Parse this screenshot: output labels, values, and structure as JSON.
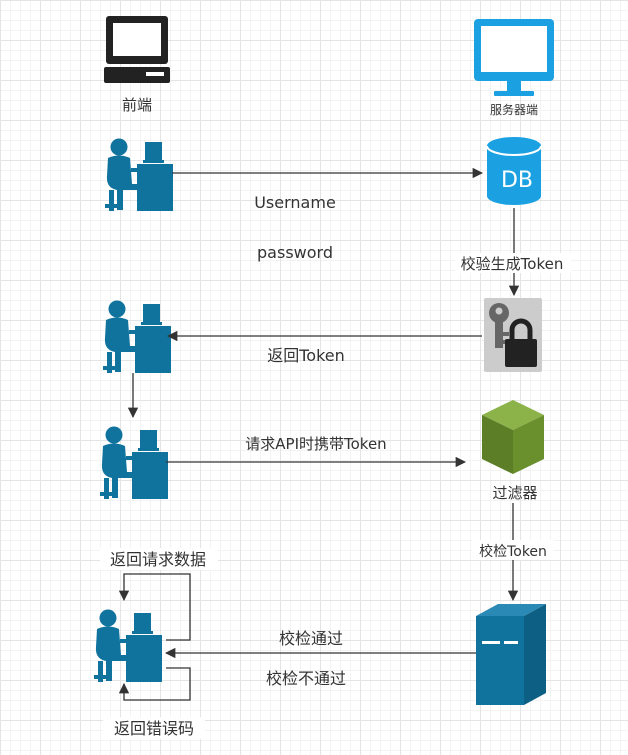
{
  "nodes": {
    "frontend_label": "前端",
    "server_label": "服务器端",
    "db_text": "DB",
    "filter_label": "过滤器"
  },
  "edges": {
    "username": "Username",
    "password": "password",
    "verify_generate": "校验生成Token",
    "return_token": "返回Token",
    "request_api": "请求API时携带Token",
    "check_token": "校检Token",
    "check_pass": "校检通过",
    "check_fail": "校检不通过",
    "return_data": "返回请求数据",
    "return_error": "返回错误码"
  },
  "colors": {
    "user_blue": "#10739e",
    "db_blue": "#1ba1e2",
    "monitor_blue": "#1ba1e2",
    "filter_green": "#6a8f2d",
    "server_blue": "#10739e",
    "key_bg": "#cccccc",
    "edge": "#333333"
  }
}
